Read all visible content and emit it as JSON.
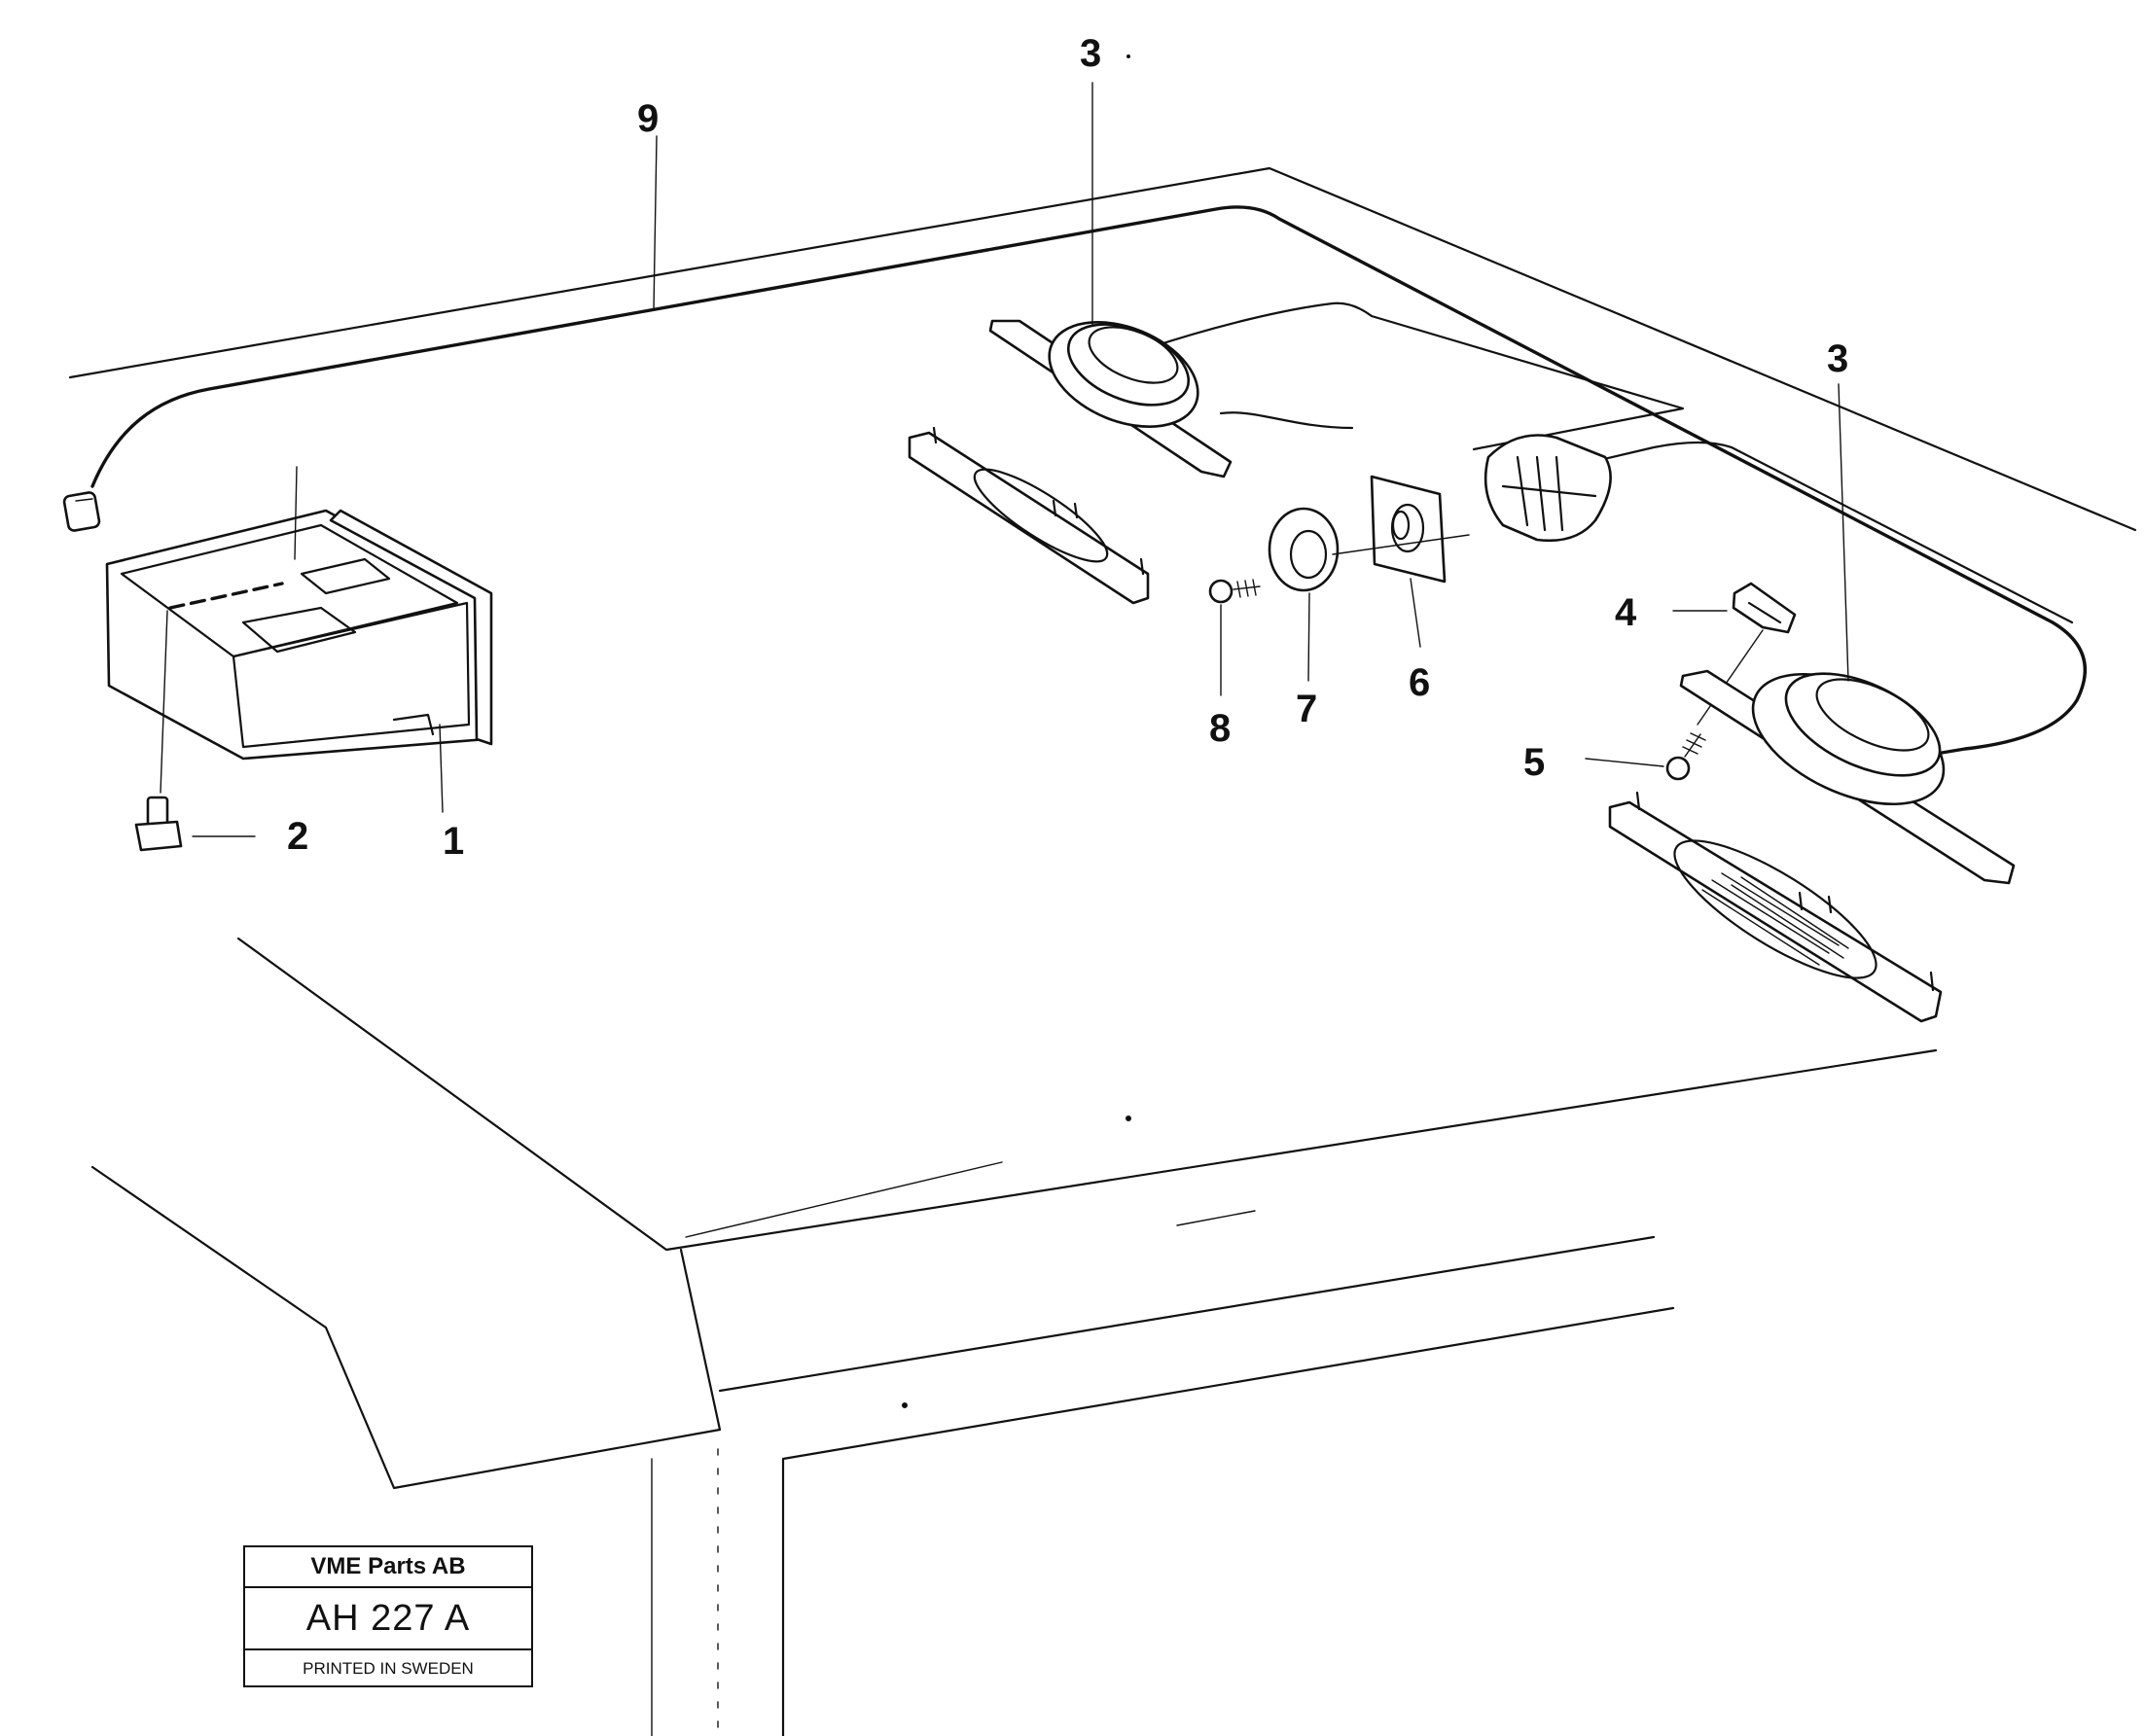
{
  "callouts": {
    "c1": "1",
    "c2": "2",
    "c3a": "3",
    "c3b": "3",
    "c4": "4",
    "c5": "5",
    "c6": "6",
    "c7": "7",
    "c8": "8",
    "c9": "9"
  },
  "title_block": {
    "company": "VME Parts AB",
    "code": "AH 227 A",
    "printed": "PRINTED IN SWEDEN"
  }
}
